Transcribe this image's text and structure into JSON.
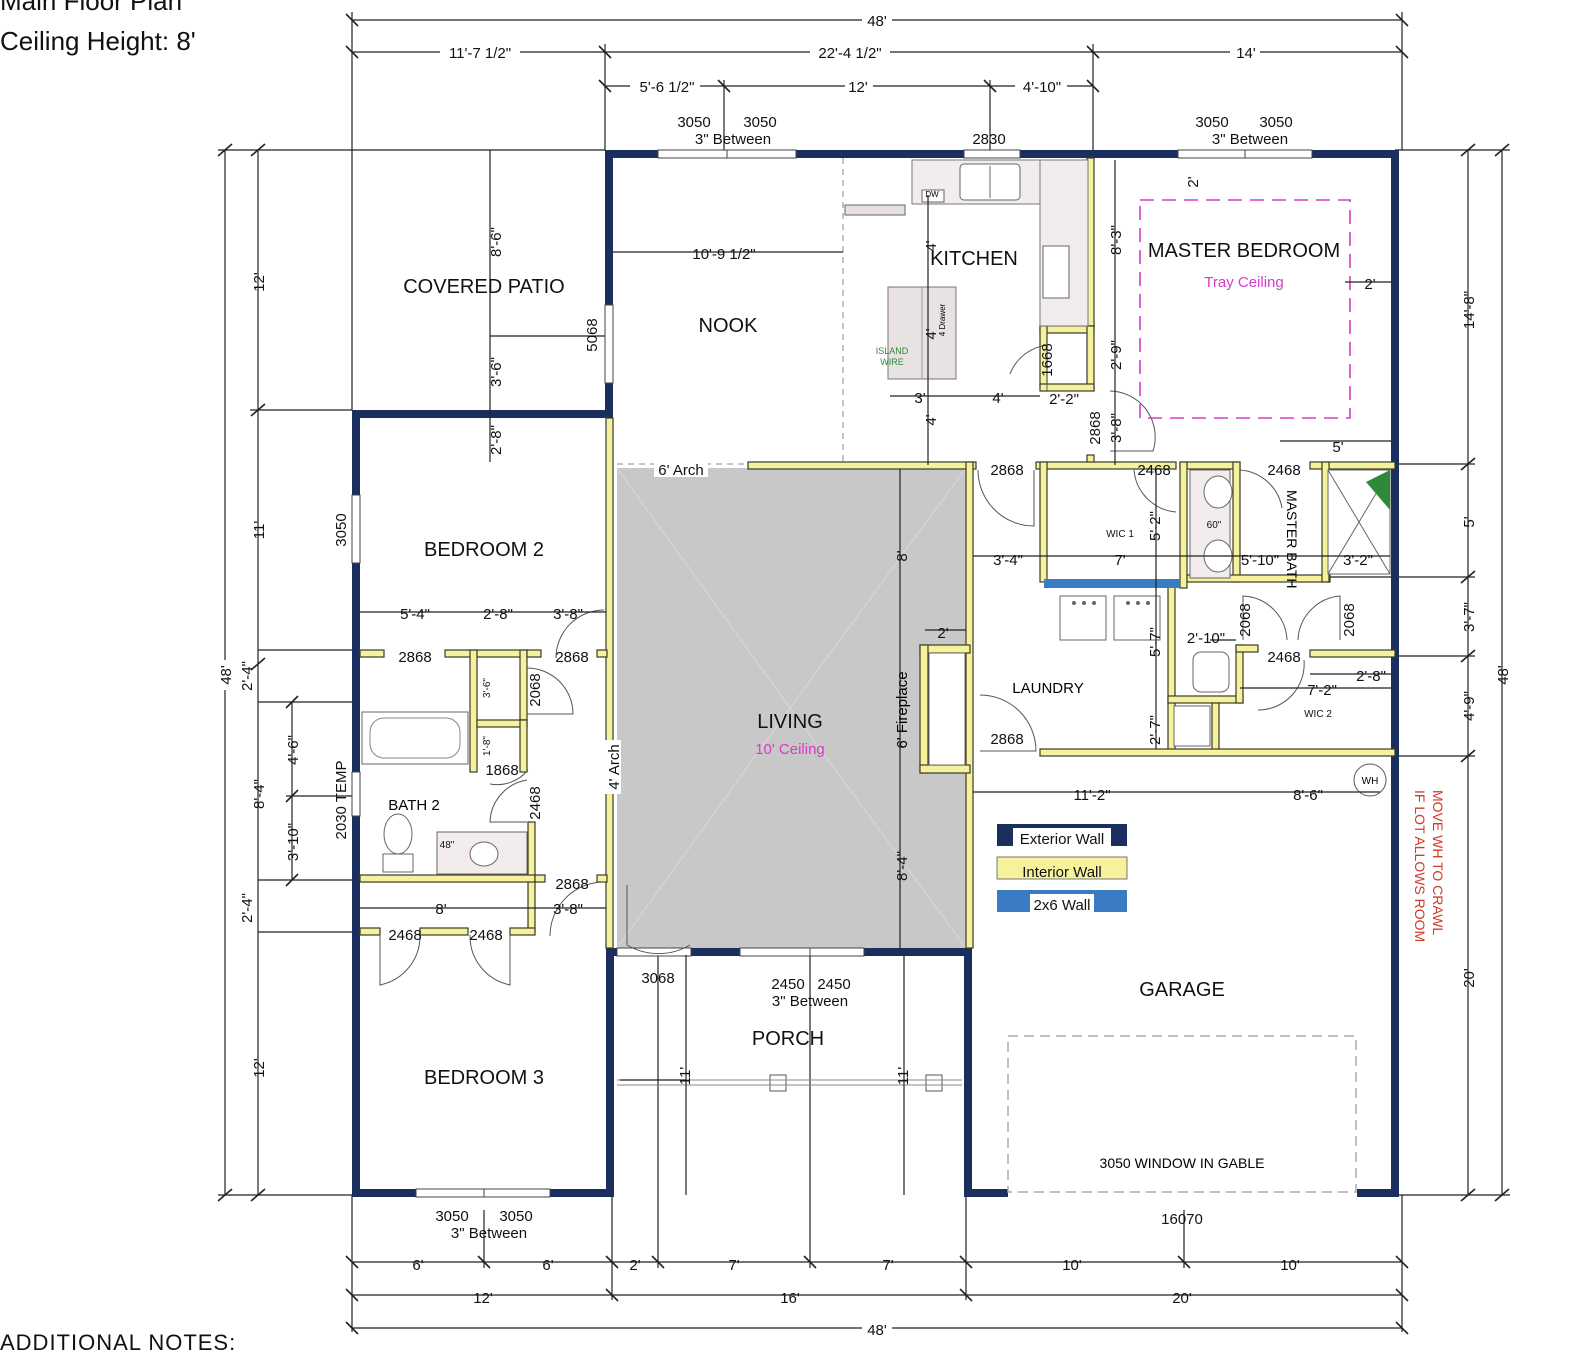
{
  "header": {
    "title": "Main Floor Plan",
    "ceiling": "Ceiling Height: 8'"
  },
  "notes_label": "ADDITIONAL NOTES:",
  "colors": {
    "exterior_wall": "#1a2f5e",
    "interior_wall": "#f6f29c",
    "wall_2x6": "#3a7cc3",
    "living_floor": "#c8c8c8",
    "tray_ceiling": "#d63cc8",
    "accent_text": "#d63cc8",
    "warning_text": "#d23a2a",
    "dimension_line": "#222222"
  },
  "rooms": {
    "covered_patio": "COVERED PATIO",
    "nook": "NOOK",
    "kitchen": "KITCHEN",
    "master_bedroom": "MASTER BEDROOM",
    "tray_ceiling": "Tray Ceiling",
    "bedroom2": "BEDROOM 2",
    "living": "LIVING",
    "living_ceiling": "10' Ceiling",
    "bath2": "BATH 2",
    "laundry": "LAUNDRY",
    "master_bath": "MASTER BATH",
    "wic1": "WIC 1",
    "wic2": "WIC 2",
    "bedroom3": "BEDROOM 3",
    "porch": "PORCH",
    "garage": "GARAGE",
    "gable_window": "3050 WINDOW IN GABLE",
    "island_wire": "ISLAND",
    "island_wire2": "WIRE",
    "dw": "DW",
    "drawer": "4 Drawer",
    "wh": "WH",
    "fireplace": "6' Fireplace"
  },
  "legend": {
    "exterior": "Exterior Wall",
    "interior": "Interior Wall",
    "wall2x6": "2x6 Wall"
  },
  "warning": [
    "MOVE WH TO CRAWL",
    "IF LOT ALLOWS ROOM"
  ],
  "top_dims": {
    "overall": "48'",
    "seg1": "11'-7 1/2\"",
    "seg2": "22'-4 1/2\"",
    "seg3": "14'",
    "sub1": "5'-6 1/2\"",
    "sub2": "12'",
    "sub3": "4'-10\""
  },
  "bottom_dims": {
    "overall": "48'",
    "r1": [
      "6'",
      "6'",
      "2'",
      "7'",
      "7'",
      "10'",
      "10'"
    ],
    "r2": [
      "12'",
      "16'",
      "20'"
    ]
  },
  "left_dims": {
    "overall": "48'",
    "outer": [
      "12'",
      "11'",
      "12'"
    ],
    "inner": [
      "2'-4\"",
      "8'-4\"",
      "2'-4\""
    ],
    "bath": [
      "4'-6\"",
      "3'-10\""
    ]
  },
  "right_dims": {
    "overall": "48'",
    "inner": [
      "14'-8\"",
      "5'",
      "3'-7\"",
      "4'-9\"",
      "20'"
    ]
  },
  "windows": {
    "nook_top_a": "3050",
    "nook_top_b": "3050",
    "nook_between": "3\" Between",
    "kitchen_top": "2830",
    "master_top_a": "3050",
    "master_top_b": "3050",
    "master_between": "3\" Between",
    "nook_side": "5068",
    "bed2_side": "3050",
    "bath_side": "2030 TEMP",
    "porch_a": "2450",
    "porch_b": "2450",
    "porch_between": "3\" Between",
    "bed3_a": "3050",
    "bed3_b": "3050",
    "bed3_between": "3\" Between",
    "garage_door": "16070",
    "front_door": "3068"
  },
  "interior_dims": {
    "patio_h": "8'-6\"",
    "patio_h2": "3'-6\"",
    "bed2_top": "2'-8\"",
    "nook_w": "10'-9 1/2\"",
    "kitchen_4a": "4'",
    "kitchen_4b": "4'",
    "kitchen_3": "3'",
    "kitchen_4c": "4'",
    "kitchen_4d": "4'",
    "pantry_door": "1668",
    "pantry_22": "2'-2\"",
    "mb_83": "8'-3\"",
    "mb_29": "2'-9\"",
    "mb_38": "3'-8\"",
    "mb_2a": "2'",
    "mb_2b": "2'",
    "mb_5": "5'",
    "d2868a": "2868",
    "d2868b": "2868",
    "d2468a": "2468",
    "d2468b": "2468",
    "arch6": "6' Arch",
    "arch4": "4' Arch",
    "living_8": "8'",
    "living_84": "8'-4\"",
    "fp_2": "2'",
    "wic1_52": "5'-2\"",
    "wic1_7": "7'",
    "lau_34": "3'-4\"",
    "mbath_510": "5'-10\"",
    "mbath_32": "3'-2\"",
    "mbath_60": "60\"",
    "d2068a": "2068",
    "d2068b": "2068",
    "d210": "2'-10\"",
    "d2468c": "2468",
    "wic2_72": "7'-2\"",
    "wic2_28": "2'-8\"",
    "lau_57": "5'-7\"",
    "lau_27": "2'-7\"",
    "lau_2868": "2868",
    "gar_112": "11'-2\"",
    "gar_86": "8'-6\"",
    "bed2_54": "5'-4\"",
    "bed2_28": "2'-8\"",
    "bed2_38": "3'-8\"",
    "b2_2868a": "2868",
    "b2_2868b": "2868",
    "b2_2068": "2068",
    "b2_36": "3'-6\"",
    "b2_18": "1'-8\"",
    "b2_1868": "1868",
    "b2_2468": "2468",
    "b2_48": "48\"",
    "b3_2868": "2868",
    "b3_38": "3'-8\"",
    "b3_8": "8'",
    "b3_2468a": "2468",
    "b3_2468b": "2468",
    "porch_11a": "11'",
    "porch_11b": "11'"
  }
}
